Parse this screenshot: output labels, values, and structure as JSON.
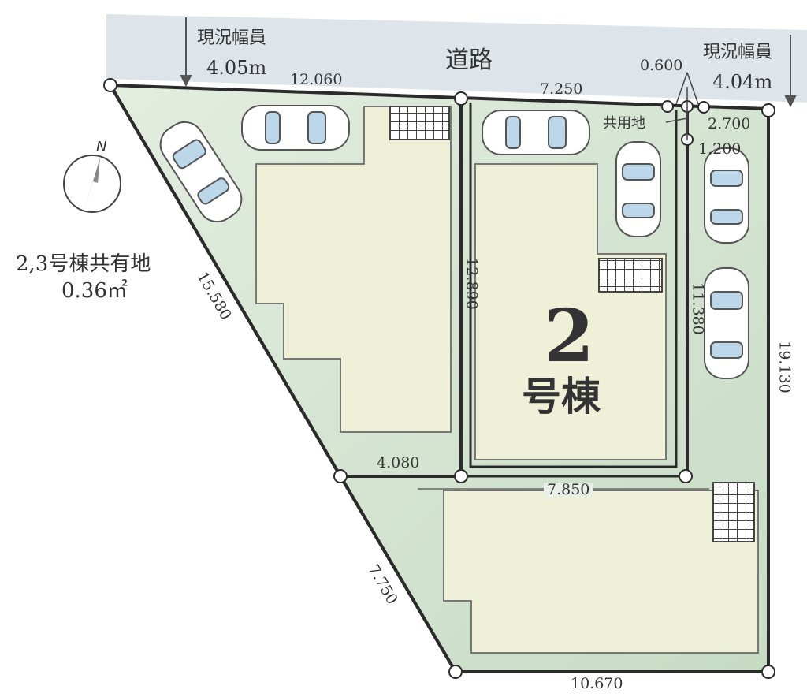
{
  "road": {
    "label": "道路",
    "width_left_title": "現況幅員",
    "width_left_value": "4.05m",
    "width_right_title": "現況幅員",
    "width_right_value": "4.04m"
  },
  "compass": {
    "north_label": "N"
  },
  "shared_land": {
    "title": "2,3号棟共有地",
    "area": "0.36㎡",
    "common_label": "共用地"
  },
  "lot": {
    "number": "2",
    "suffix": "号棟"
  },
  "dimensions": {
    "top_left": "12.060",
    "top_mid": "7.250",
    "top_small": "0.600",
    "right_small_1": "2.700",
    "right_small_2": "1.200",
    "left_diag_top": "15.580",
    "lot2_left": "12.890",
    "lot3_right": "11.380",
    "right_side": "19.130",
    "mid_bottom_left": "4.080",
    "mid_horizontal": "7.850",
    "left_diag_bottom": "7.750",
    "bottom": "10.670"
  },
  "colors": {
    "land_green": "#cfe0cc",
    "building": "#eef1d8",
    "road": "#dde5ea",
    "boundary": "#2b2b2b"
  }
}
